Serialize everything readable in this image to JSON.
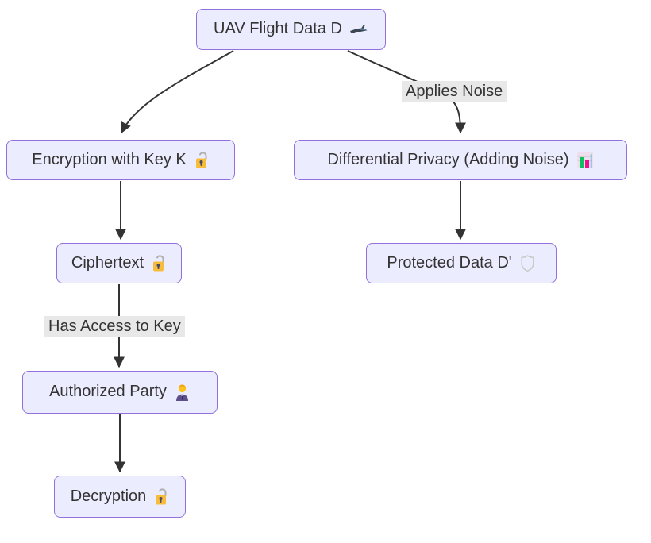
{
  "diagram": {
    "type": "flowchart-top-down",
    "background_color": "#ffffff",
    "colors": {
      "node_fill": "#ECECFF",
      "node_border": "#9370DB",
      "node_text": "#333333",
      "edge_stroke": "#333333",
      "edge_label_background": "#e8e8e8",
      "lock_gold": "#F8BC3B",
      "chart_green": "#10BF61",
      "chart_pink": "#EE1090",
      "chart_blue": "#6CB3E8",
      "suit_purple": "#5D4E8C",
      "shield_outline": "#c9c9c9"
    },
    "nodes": [
      {
        "id": "uav",
        "label": "UAV Flight Data D",
        "icon": "airplane-icon"
      },
      {
        "id": "encryption",
        "label": "Encryption with Key K",
        "icon": "unlock-icon"
      },
      {
        "id": "differential",
        "label": "Differential Privacy (Adding Noise)",
        "icon": "bar-chart-icon"
      },
      {
        "id": "ciphertext",
        "label": "Ciphertext",
        "icon": "unlock-icon"
      },
      {
        "id": "protected",
        "label": "Protected Data D'",
        "icon": "shield-icon"
      },
      {
        "id": "authorized",
        "label": "Authorized Party",
        "icon": "business-person-icon"
      },
      {
        "id": "decryption",
        "label": "Decryption",
        "icon": "unlock-icon"
      }
    ],
    "edges": [
      {
        "from": "uav",
        "to": "encryption",
        "label": ""
      },
      {
        "from": "uav",
        "to": "differential",
        "label": "Applies Noise"
      },
      {
        "from": "encryption",
        "to": "ciphertext",
        "label": ""
      },
      {
        "from": "ciphertext",
        "to": "authorized",
        "label": "Has Access to Key"
      },
      {
        "from": "authorized",
        "to": "decryption",
        "label": ""
      },
      {
        "from": "differential",
        "to": "protected",
        "label": ""
      }
    ]
  }
}
